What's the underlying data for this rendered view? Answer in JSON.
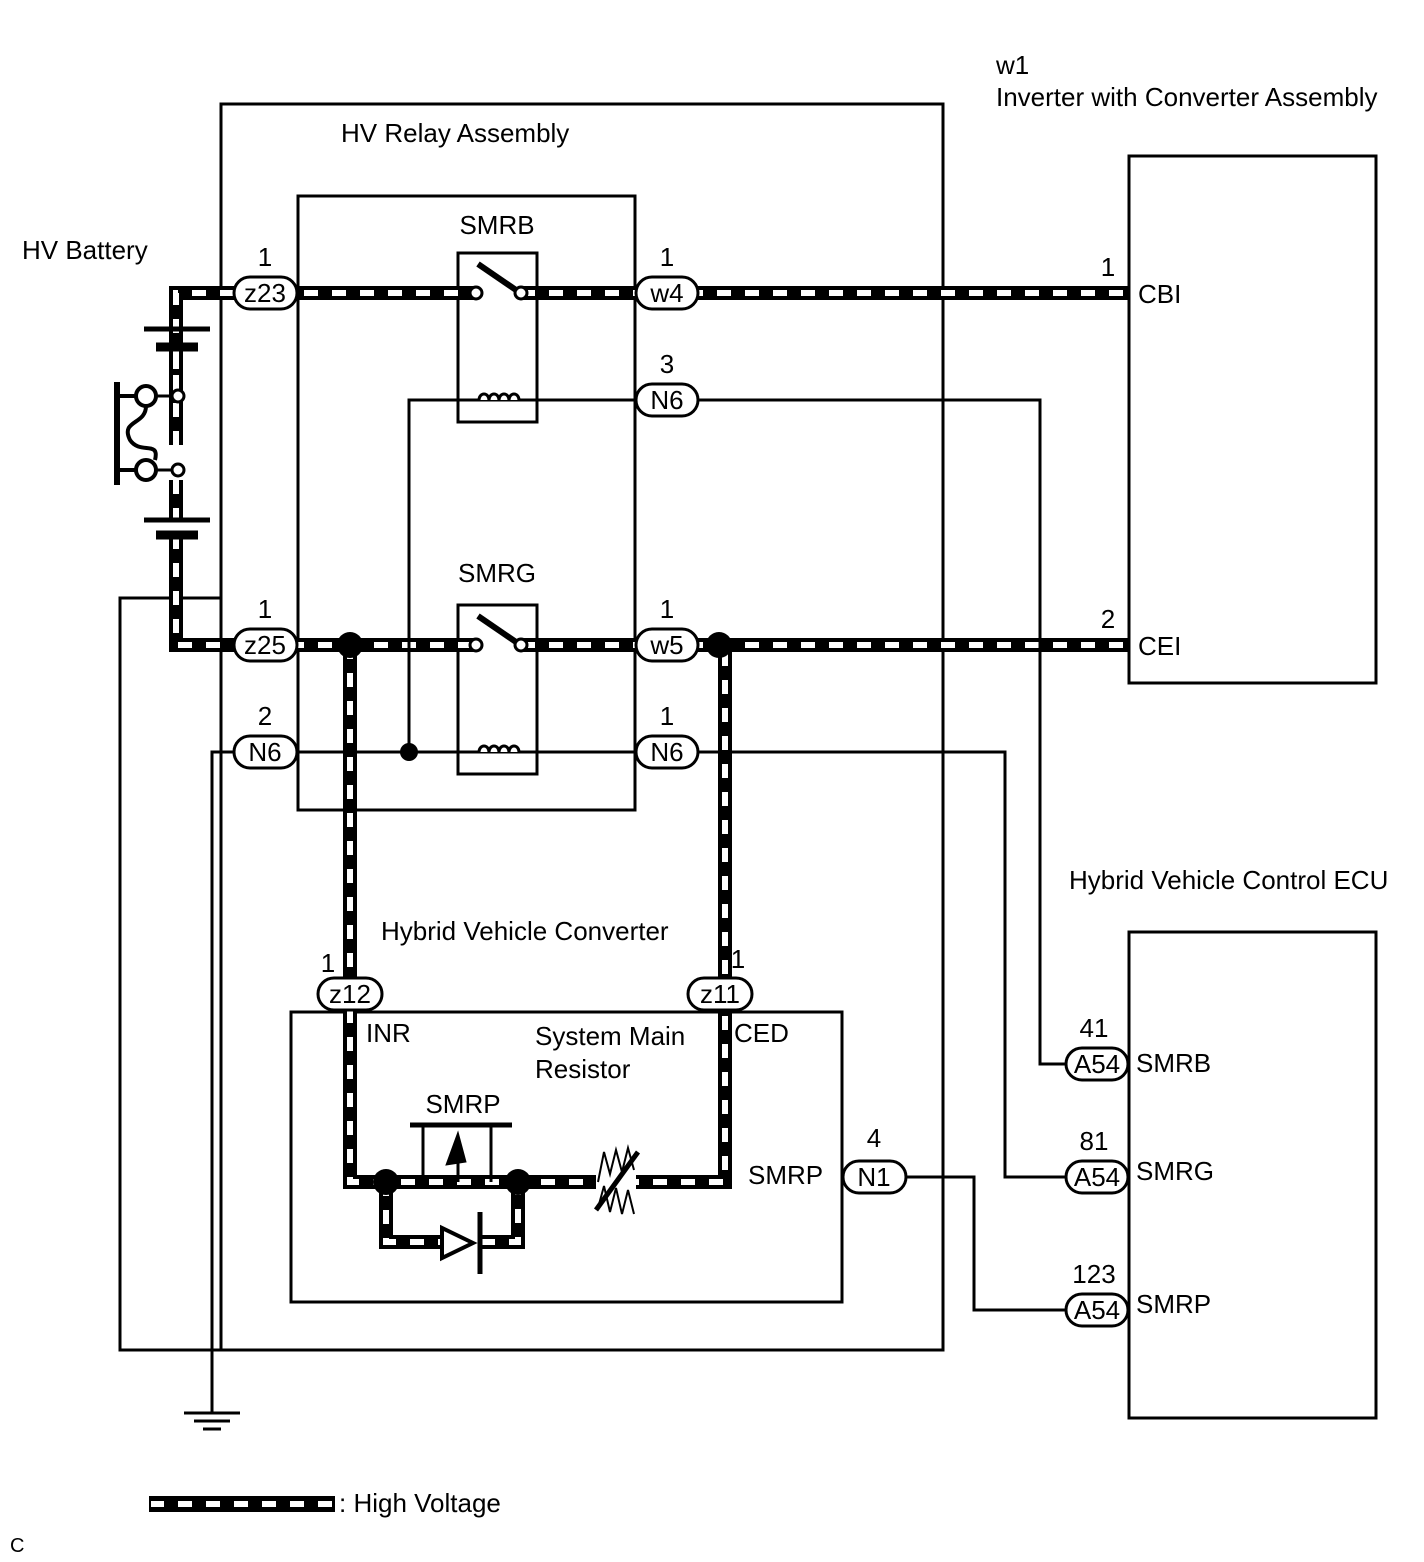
{
  "labels": {
    "inverter_id": "w1",
    "inverter_name": "Inverter with Converter Assembly",
    "hv_relay": "HV Relay Assembly",
    "hv_battery": "HV Battery",
    "smrb_relay": "SMRB",
    "smrg_relay": "SMRG",
    "hv_converter": "Hybrid Vehicle Converter",
    "system_main_resistor_l1": "System Main",
    "system_main_resistor_l2": "Resistor",
    "smrp_switch": "SMRP",
    "smrp_terminal": "SMRP",
    "inr": "INR",
    "ced": "CED",
    "ecu_name": "Hybrid Vehicle Control ECU",
    "cbi": "CBI",
    "cei": "CEI",
    "ecu_smrb": "SMRB",
    "ecu_smrg": "SMRG",
    "ecu_smrp": "SMRP",
    "legend": ": High Voltage",
    "corner": "C"
  },
  "connectors": {
    "z23": "z23",
    "z25": "z25",
    "w4": "w4",
    "w5": "w5",
    "n6_top": "N6",
    "n6_right": "N6",
    "n6_left": "N6",
    "z12": "z12",
    "z11": "z11",
    "n1": "N1",
    "a54_1": "A54",
    "a54_2": "A54",
    "a54_3": "A54"
  },
  "pins": {
    "z23": "1",
    "z25": "1",
    "w4": "1",
    "w5": "1",
    "n6_top": "3",
    "n6_left": "2",
    "n6_right": "1",
    "cbi": "1",
    "cei": "2",
    "z12": "1",
    "z11": "1",
    "n1": "4",
    "a54_smrb": "41",
    "a54_smrg": "81",
    "a54_smrp": "123"
  },
  "colors": {
    "ink": "#000000",
    "paper": "#ffffff"
  }
}
